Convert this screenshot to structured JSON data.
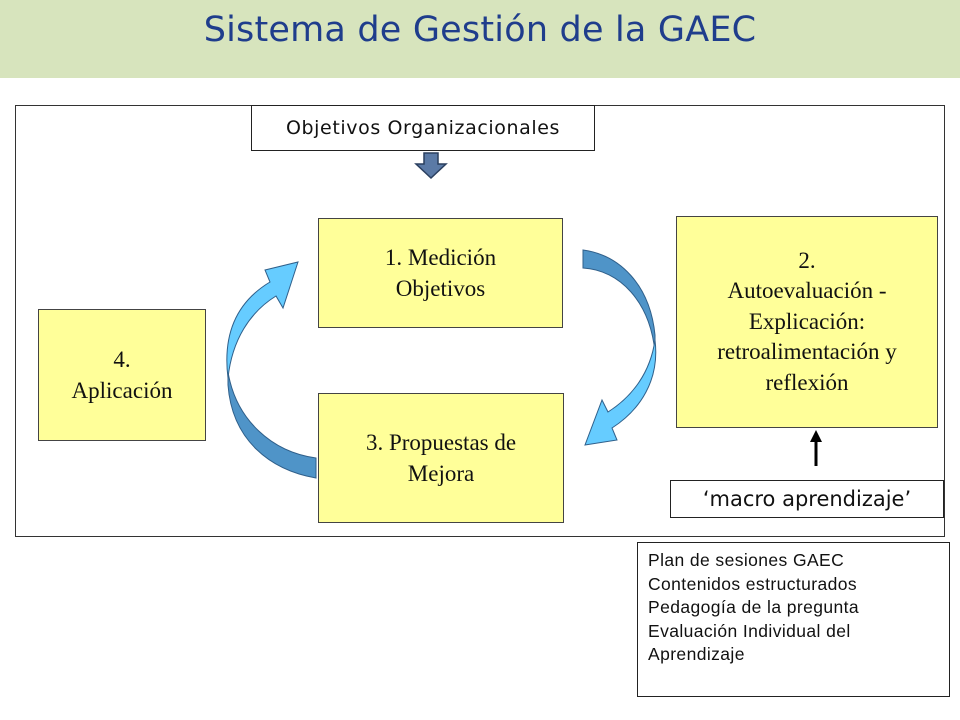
{
  "title": "Sistema de Gestión de la GAEC",
  "objectives_label": "Objetivos Organizacionales",
  "steps": {
    "measure": [
      "1. Medición",
      "Objetivos"
    ],
    "selfeval": [
      "2.",
      "Autoevaluación -",
      "Explicación:",
      "retroalimentación y",
      "reflexión"
    ],
    "proposals": [
      "3. Propuestas de",
      "Mejora"
    ],
    "apply": [
      "4.",
      "Aplicación"
    ]
  },
  "macro_label": "‘macro aprendizaje’",
  "notes": [
    "Plan de sesiones GAEC",
    "Contenidos estructurados",
    "Pedagogía de la pregunta",
    "Evaluación Individual del",
    "Aprendizaje"
  ],
  "colors": {
    "title_bg": "#d7e4bd",
    "title_text": "#1f3d8c",
    "box_fill": "#ffff99",
    "arrow_light": "#66ccff",
    "arrow_dark": "#4f94c8"
  }
}
